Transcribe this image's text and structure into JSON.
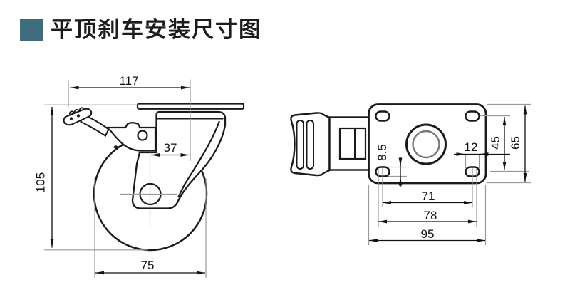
{
  "title": {
    "text": "平顶刹车安装尺寸图",
    "accent_color": "#3f6d7e"
  },
  "side_view": {
    "description": "caster side view with brake",
    "dims": {
      "plate_to_pedal_width": "117",
      "swivel_offset": "37",
      "overall_height": "105",
      "wheel_diameter": "75"
    }
  },
  "top_view": {
    "description": "mounting plate top view with brake pedal",
    "dims": {
      "slot_width": "8.5",
      "slot_length": "12",
      "hole_spacing_short": "45",
      "plate_short_side": "65",
      "hole_spacing_long": "71",
      "hole_outer_span": "78",
      "plate_long_side": "95"
    }
  }
}
